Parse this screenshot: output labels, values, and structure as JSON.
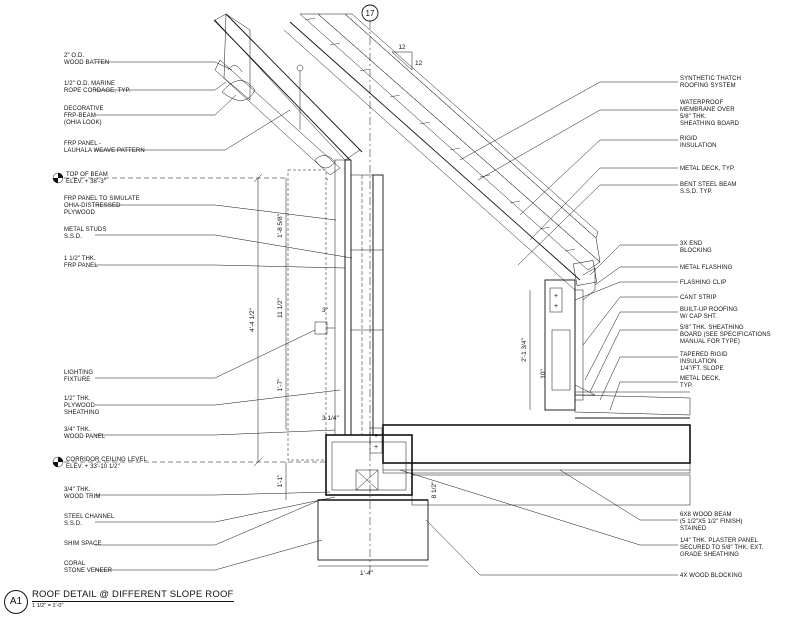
{
  "title": {
    "tag": "A1",
    "text": "ROOF DETAIL @ DIFFERENT SLOPE ROOF",
    "scale": "1 1/2\" = 1'-0\""
  },
  "grid_bubble": "17",
  "slope": {
    "rise": "12",
    "run": "12"
  },
  "left_labels": [
    {
      "lines": [
        "2\" O.D.",
        "WOOD BATTEN"
      ]
    },
    {
      "lines": [
        "1/2\" O.D. MARINE",
        "ROPE CORDAGE, TYP."
      ]
    },
    {
      "lines": [
        "DECORATIVE",
        "FRP-BEAM",
        "(OHIA LOOK)"
      ]
    },
    {
      "lines": [
        "FRP PANEL -",
        "LAUHALA WEAVE PATTERN"
      ]
    },
    {
      "lines": [
        "TOP OF BEAM",
        "ELEV. + 38'-3\""
      ]
    },
    {
      "lines": [
        "FRP PANEL TO SIMULATE",
        "OHIA-DISTRESSED",
        "PLYWOOD"
      ]
    },
    {
      "lines": [
        "METAL STUDS",
        "S.S.D."
      ]
    },
    {
      "lines": [
        "1 1/2\" THK.",
        "FRP PANEL"
      ]
    },
    {
      "lines": [
        "LIGHTING",
        "FIXTURE"
      ]
    },
    {
      "lines": [
        "1/2\" THK.",
        "PLYWOOD",
        "SHEATHING"
      ]
    },
    {
      "lines": [
        "3/4\" THK.",
        "WOOD PANEL"
      ]
    },
    {
      "lines": [
        "CORRIDOR CEILING LEVEL",
        "ELEV. + 33'-10 1/2\""
      ]
    },
    {
      "lines": [
        "3/4\" THK.",
        "WOOD TRIM"
      ]
    },
    {
      "lines": [
        "STEEL CHANNEL",
        "S.S.D."
      ]
    },
    {
      "lines": [
        "SHIM SPACE"
      ]
    },
    {
      "lines": [
        "CORAL",
        "STONE VENEER"
      ]
    }
  ],
  "right_labels": [
    {
      "lines": [
        "SYNTHETIC THATCH",
        "ROOFING SYSTEM"
      ]
    },
    {
      "lines": [
        "WATERPROOF",
        "MEMBRANE OVER",
        "5/8\" THK.",
        "SHEATHING BOARD"
      ]
    },
    {
      "lines": [
        "RIGID",
        "INSULATION"
      ]
    },
    {
      "lines": [
        "METAL DECK, TYP."
      ]
    },
    {
      "lines": [
        "BENT STEEL BEAM",
        "S.S.D. TYP."
      ]
    },
    {
      "lines": [
        "3X END",
        "BLOCKING"
      ]
    },
    {
      "lines": [
        "METAL FLASHING"
      ]
    },
    {
      "lines": [
        "FLASHING CLIP"
      ]
    },
    {
      "lines": [
        "CANT STRIP"
      ]
    },
    {
      "lines": [
        "BUILT-UP ROOFING",
        "W/ CAP SHT."
      ]
    },
    {
      "lines": [
        "5/8\" THK. SHEATHING",
        "BOARD (SEE SPECIFICATIONS",
        "MANUAL FOR TYPE)"
      ]
    },
    {
      "lines": [
        "TAPERED RIGID",
        "INSULATION",
        "1/4\"/FT. SLOPE"
      ]
    },
    {
      "lines": [
        "METAL DECK,",
        "TYP."
      ]
    },
    {
      "lines": [
        "6X8 WOOD BEAM",
        "(5 1/2\"X5 1/2\" FINISH)",
        "STAINED"
      ]
    },
    {
      "lines": [
        "1/4\" THK. PLASTER PANEL",
        "SECURED TO 5/8\" THK. EXT.",
        "GRADE SHEATHING"
      ]
    },
    {
      "lines": [
        "4X WOOD BLOCKING"
      ]
    }
  ],
  "dimensions": {
    "overall": "4'-4 1/2\"",
    "d1": "1'-8 5/8\"",
    "d2": "11 1/2\"",
    "d3": "3\"",
    "d4": "1'-7\"",
    "d5": "3 1/4\"",
    "d6": "1'-1\"",
    "d7": "2'-1 3/4\"",
    "d8": "10\"",
    "d9": "8 1/2\"",
    "d10": "1'-4\""
  }
}
